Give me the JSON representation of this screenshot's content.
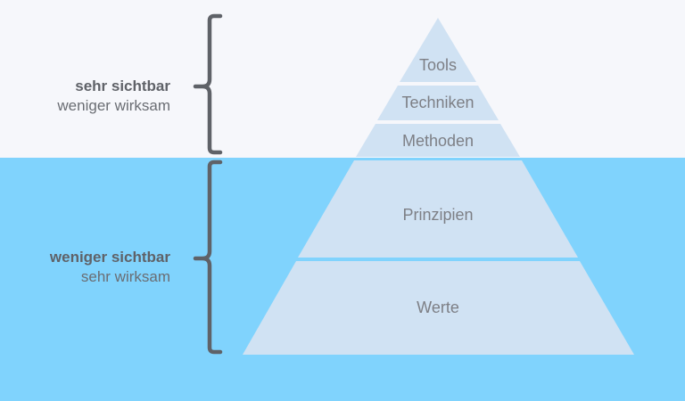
{
  "diagram": {
    "layers": [
      {
        "label": "Tools"
      },
      {
        "label": "Techniken"
      },
      {
        "label": "Methoden"
      },
      {
        "label": "Prinzipien"
      },
      {
        "label": "Werte"
      }
    ],
    "groups": {
      "above": {
        "primary": "sehr sichtbar",
        "secondary": "weniger wirksam"
      },
      "below": {
        "primary": "weniger sichtbar",
        "secondary": "sehr wirksam"
      }
    },
    "colors": {
      "background": "#f6f7fb",
      "water": "#80d3fd",
      "pyramid": "#d0e2f3",
      "text": "#7d7f85",
      "bracket": "#5f6268"
    }
  }
}
